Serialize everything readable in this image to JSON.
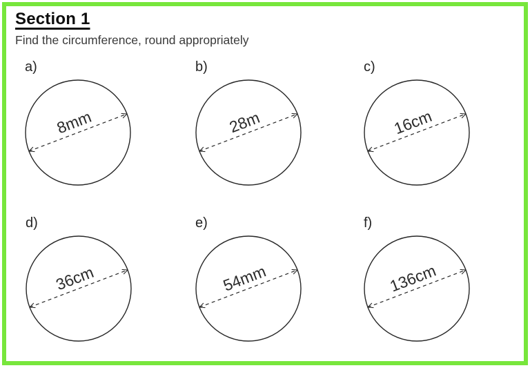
{
  "page": {
    "title": "Section 1",
    "instruction": "Find the circumference, round appropriately",
    "border_color": "#78e63c"
  },
  "problems": [
    {
      "label": "a)",
      "diameter": "8mm"
    },
    {
      "label": "b)",
      "diameter": "28m"
    },
    {
      "label": "c)",
      "diameter": "16cm"
    },
    {
      "label": "d)",
      "diameter": "36cm"
    },
    {
      "label": "e)",
      "diameter": "54mm"
    },
    {
      "label": "f)",
      "diameter": "136cm"
    }
  ]
}
